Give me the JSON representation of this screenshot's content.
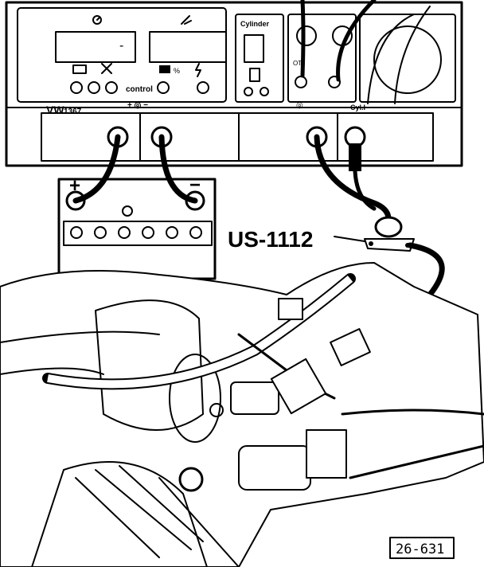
{
  "tester": {
    "model_prefix": "VW",
    "model_number": "1367",
    "panel_label_control": "control",
    "panel_label_cylinder": "Cylinder",
    "socket_label_cyl": "Cyl.I",
    "socket_label_ot": "OT",
    "display_left_value": "-"
  },
  "battery": {
    "plus_label": "+",
    "minus_label": "−"
  },
  "callout": {
    "label": "US-1112"
  },
  "figure": {
    "reference": "26-631"
  },
  "colors": {
    "ink": "#000000",
    "paper": "#ffffff"
  }
}
